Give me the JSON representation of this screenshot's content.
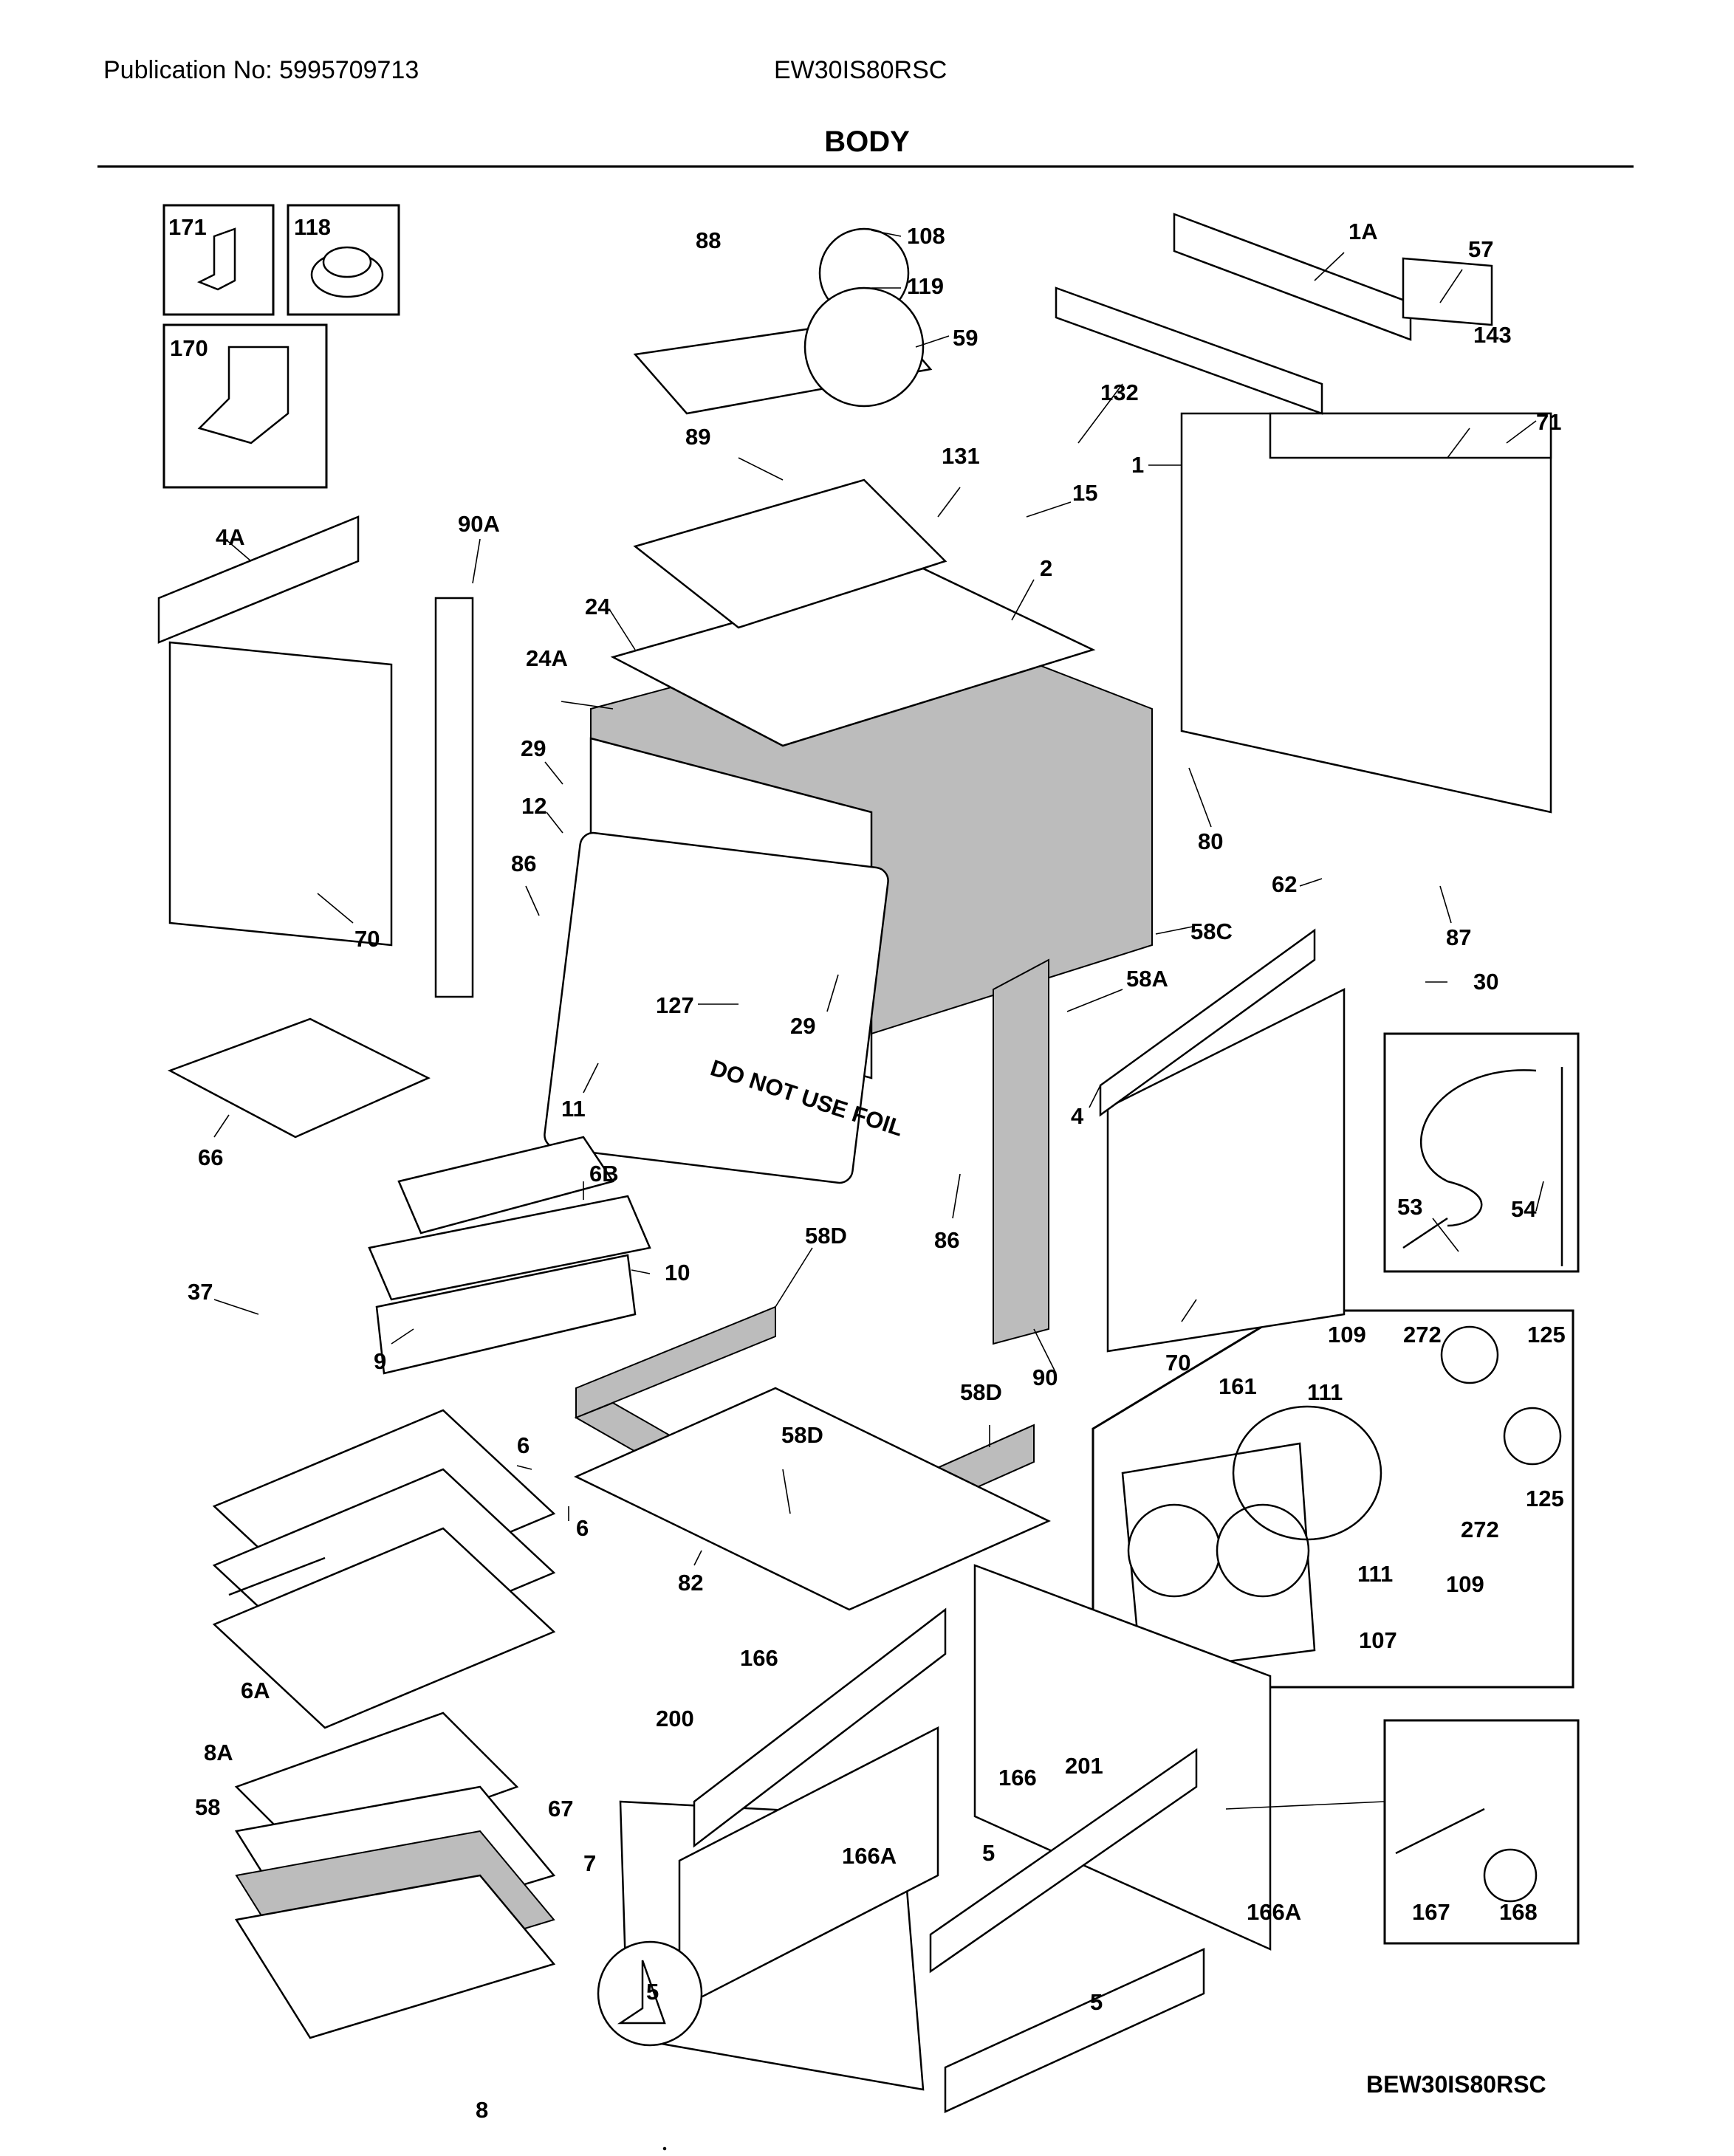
{
  "header": {
    "publication": "Publication No: 5995709713",
    "model": "EW30IS80RSC",
    "title": "BODY"
  },
  "footer": {
    "diagram_id": "BEW30IS80RSC"
  },
  "callouts": {
    "171": "171",
    "118": "118",
    "170": "170",
    "88": "88",
    "108": "108",
    "119": "119",
    "59": "59",
    "89": "89",
    "131": "131",
    "132": "132",
    "1A": "1A",
    "57": "57",
    "143": "143",
    "71": "71",
    "1": "1",
    "15": "15",
    "2": "2",
    "4A": "4A",
    "90A": "90A",
    "24": "24",
    "24A": "24A",
    "29a": "29",
    "12": "12",
    "86a": "86",
    "70a": "70",
    "127": "127",
    "29b": "29",
    "11": "11",
    "80": "80",
    "62": "62",
    "87": "87",
    "58C": "58C",
    "58A": "58A",
    "30": "30",
    "66": "66",
    "6B": "6B",
    "4": "4",
    "10": "10",
    "86b": "86",
    "37": "37",
    "9": "9",
    "58Da": "58D",
    "90": "90",
    "70b": "70",
    "53": "53",
    "54": "54",
    "58Db": "58D",
    "58Dc": "58D",
    "6a": "6",
    "6b": "6",
    "82": "82",
    "109a": "109",
    "272a": "272",
    "125a": "125",
    "161": "161",
    "111a": "111",
    "125b": "125",
    "272b": "272",
    "111b": "111",
    "109b": "109",
    "107": "107",
    "6A": "6A",
    "166a": "166",
    "200": "200",
    "201": "201",
    "8A": "8A",
    "166b": "166",
    "58": "58",
    "67": "67",
    "7": "7",
    "166Aa": "166A",
    "5a": "5",
    "166Ab": "166A",
    "167": "167",
    "168": "168",
    "5b": "5",
    "5c": "5",
    "8": "8"
  },
  "cavity_warning": "DO NOT USE FOIL"
}
